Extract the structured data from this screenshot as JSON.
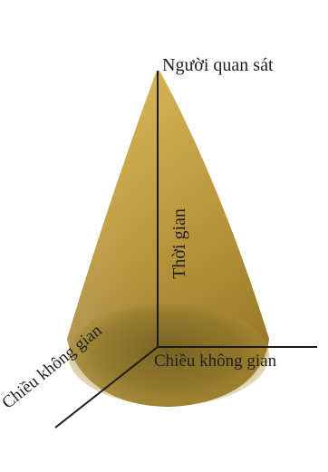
{
  "labels": {
    "observer": "Người quan sát",
    "time_axis": "Thời gian",
    "space_axis_right": "Chiều không gian",
    "space_axis_left": "Chiều không gian"
  }
}
